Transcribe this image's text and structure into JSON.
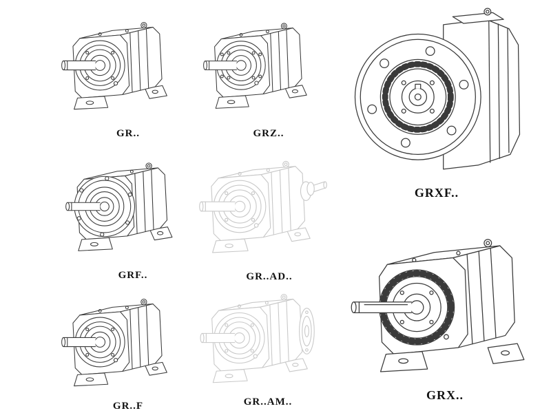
{
  "colors": {
    "background": "#ffffff",
    "line": "#3a3a3a",
    "faded_line": "#c8c8c8",
    "text": "#111111"
  },
  "models": [
    {
      "label": "GR..",
      "tone": "solid"
    },
    {
      "label": "GRZ..",
      "tone": "solid"
    },
    {
      "label": "GRXF..",
      "tone": "solid"
    },
    {
      "label": "GRF..",
      "tone": "solid"
    },
    {
      "label": "GR..AD..",
      "tone": "faded"
    },
    {
      "label": "GRX..",
      "tone": "solid"
    },
    {
      "label": "GR..F",
      "tone": "solid"
    },
    {
      "label": "GR..AM..",
      "tone": "faded"
    }
  ]
}
